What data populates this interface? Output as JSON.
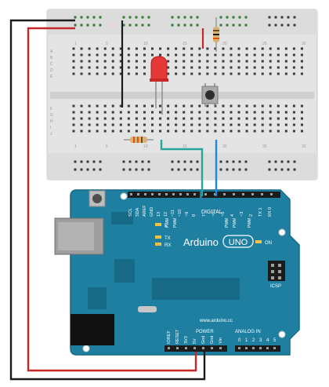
{
  "breadboard": {
    "row_letters_top": [
      "A",
      "B",
      "C",
      "D",
      "E"
    ],
    "row_letters_bottom": [
      "F",
      "G",
      "H",
      "I",
      "J"
    ],
    "column_numbers": [
      "1",
      "5",
      "10",
      "15",
      "20",
      "25",
      "30"
    ]
  },
  "arduino": {
    "brand": "Arduino",
    "model": "UNO",
    "website": "www.arduino.cc",
    "on_label": "ON",
    "icsp_label": "ICSP",
    "led_labels": {
      "l": "L",
      "tx": "TX",
      "rx": "RX"
    },
    "top_header_labels": [
      "SCL",
      "SDA",
      "AREF",
      "GND",
      "13",
      "12",
      "~11",
      "~10",
      "~9",
      "8",
      "7",
      "~6",
      "~5",
      "4",
      "~3",
      "2",
      "TX 1",
      "RX 0"
    ],
    "digital_label": "DIGITAL",
    "pwm_label": "PWM",
    "power_label": "POWER",
    "analog_label": "ANALOG IN",
    "power_pins": [
      "IOREF",
      "RESET",
      "3V3",
      "5V",
      "Gnd",
      "Gnd",
      "Vin"
    ],
    "analog_pins": [
      "0",
      "1",
      "2",
      "3",
      "4",
      "5"
    ]
  },
  "wires": {
    "power_color": "#c62828",
    "ground_color": "#1a1a1a",
    "signal_led_color": "#26a69a",
    "signal_button_color": "#1e88e5"
  },
  "colors": {
    "board_teal": "#1e7fa0",
    "breadboard": "#e3e3e3",
    "led_red": "#e53935"
  }
}
